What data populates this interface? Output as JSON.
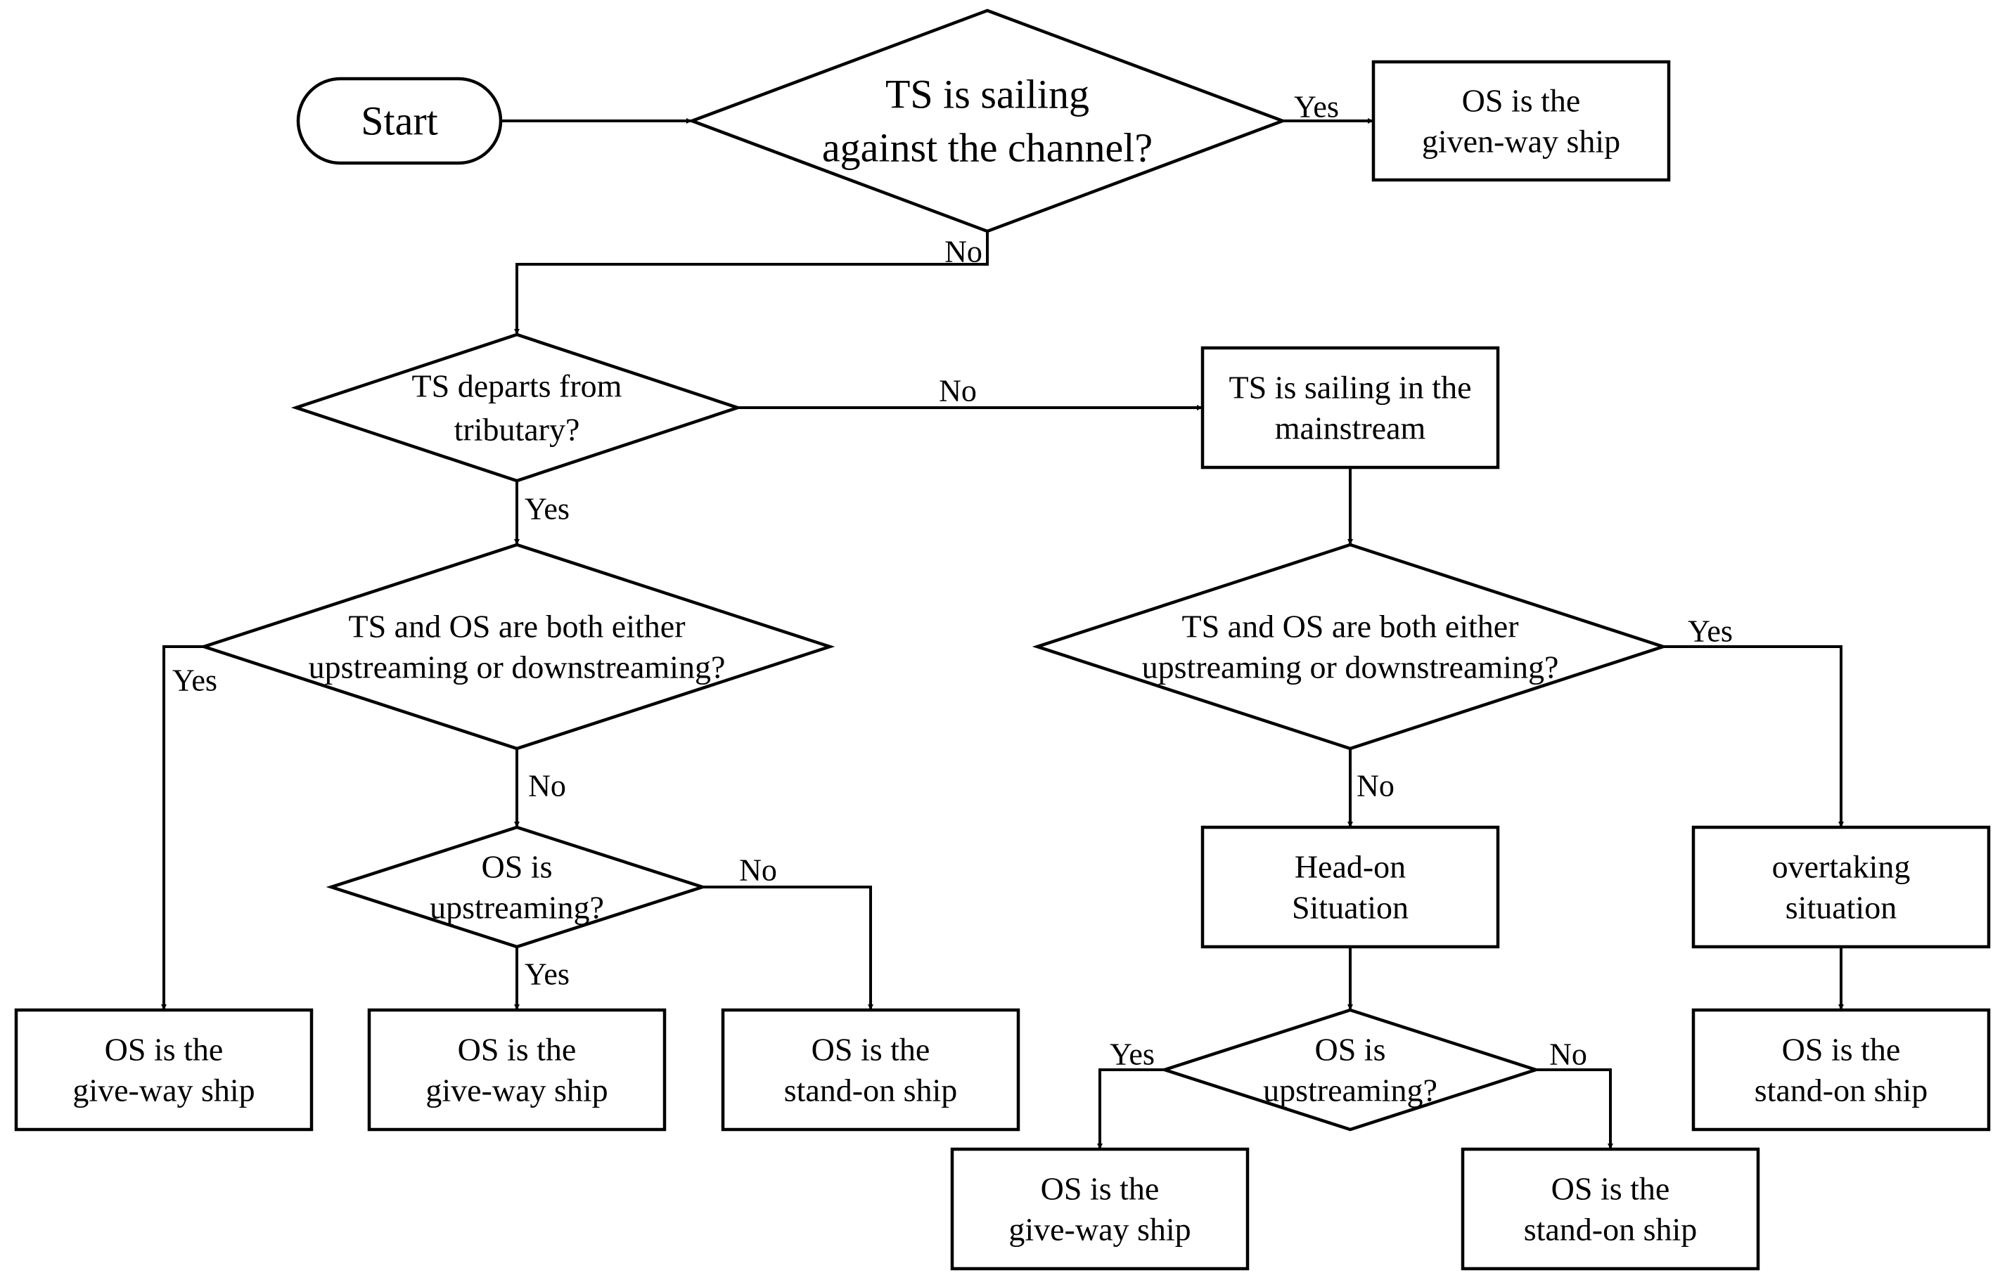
{
  "nodes": {
    "start": {
      "lines": [
        "Start"
      ]
    },
    "q_against_channel": {
      "lines": [
        "TS is sailing",
        "against the channel?"
      ]
    },
    "r_given_way_top": {
      "lines": [
        "OS is the",
        "given-way ship"
      ]
    },
    "q_departs_tributary": {
      "lines": [
        "TS  departs from",
        "tributary?"
      ]
    },
    "p_mainstream": {
      "lines": [
        "TS  is sailing in the",
        "mainstream"
      ]
    },
    "q_both_left": {
      "lines": [
        "TS and OS are both either",
        "upstreaming or downstreaming?"
      ]
    },
    "q_both_right": {
      "lines": [
        "TS and OS are both either",
        "upstreaming or downstreaming?"
      ]
    },
    "q_os_up_left": {
      "lines": [
        "OS is",
        "upstreaming?"
      ]
    },
    "p_head_on": {
      "lines": [
        "Head-on",
        "Situation"
      ]
    },
    "p_overtaking": {
      "lines": [
        "overtaking",
        "situation"
      ]
    },
    "r_giveway_1": {
      "lines": [
        "OS is the",
        "give-way ship"
      ]
    },
    "r_giveway_2": {
      "lines": [
        "OS is the",
        "give-way ship"
      ]
    },
    "r_standon_1": {
      "lines": [
        "OS is the",
        "stand-on ship"
      ]
    },
    "q_os_up_right": {
      "lines": [
        "OS is",
        "upstreaming?"
      ]
    },
    "r_standon_right": {
      "lines": [
        "OS is the",
        "stand-on ship"
      ]
    },
    "r_giveway_3": {
      "lines": [
        "OS is the",
        "give-way ship"
      ]
    },
    "r_standon_3": {
      "lines": [
        "OS is the",
        "stand-on ship"
      ]
    }
  },
  "edge_labels": {
    "yes_top": "Yes",
    "no_top": "No",
    "no_tributary": "No",
    "yes_tributary": "Yes",
    "yes_both_left": "Yes",
    "no_both_left": "No",
    "no_os_up_left": "No",
    "yes_os_up_left": "Yes",
    "yes_both_right": "Yes",
    "no_both_right": "No",
    "yes_os_up_right": "Yes",
    "no_os_up_right": "No"
  }
}
